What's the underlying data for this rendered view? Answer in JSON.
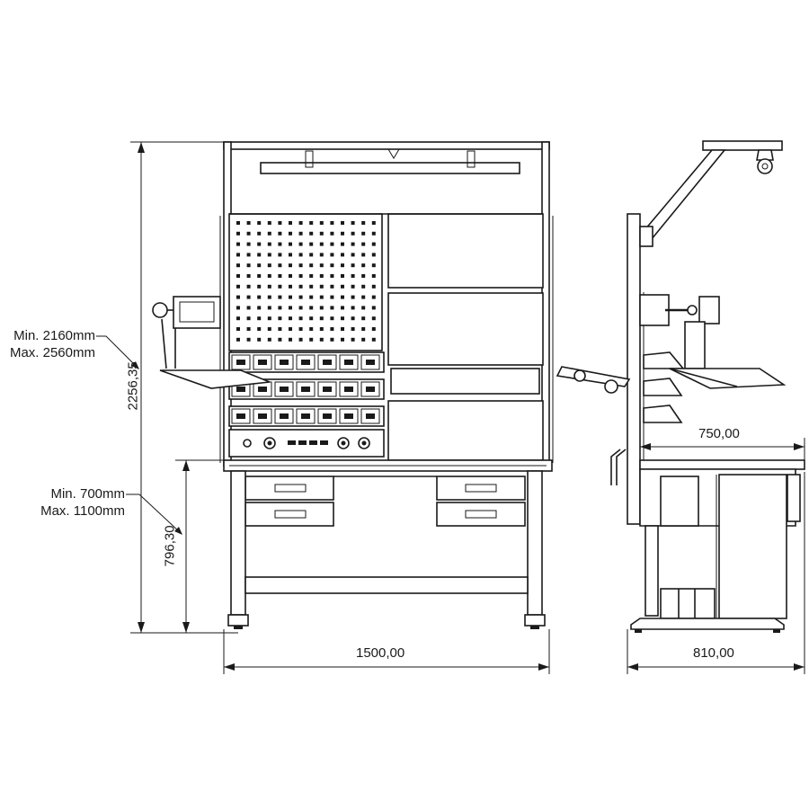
{
  "dimensions": {
    "total_height": "2256,35",
    "work_height": "796,30",
    "front_width": "1500,00",
    "side_depth": "810,00",
    "tabletop_depth": "750,00",
    "total_height_range": {
      "min": "Min. 2160mm",
      "max": "Max. 2560mm"
    },
    "work_height_range": {
      "min": "Min. 700mm",
      "max": "Max. 1100mm"
    }
  },
  "colors": {
    "line": "#1a1a1a",
    "background": "#ffffff"
  }
}
